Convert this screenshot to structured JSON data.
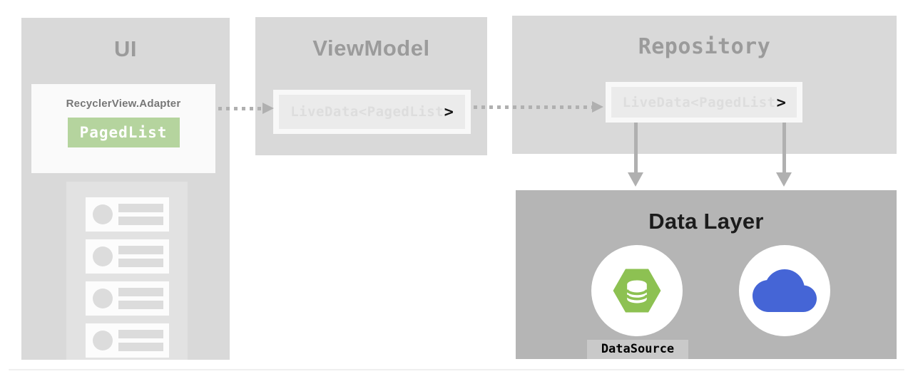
{
  "ui_panel": {
    "title": "UI",
    "adapter_card": {
      "label": "RecyclerView.Adapter",
      "button": "PagedList"
    },
    "list": {
      "item_count": 4
    }
  },
  "viewmodel_panel": {
    "title": "ViewModel",
    "card": {
      "text": "LiveData<PagedList",
      "closing": ">"
    }
  },
  "repository_panel": {
    "title": "Repository",
    "card": {
      "text": "LiveData<PagedList",
      "closing": ">"
    }
  },
  "data_layer_panel": {
    "title": "Data Layer",
    "database": {
      "icon_name": "database-icon",
      "label": "DataSource"
    },
    "network": {
      "icon_name": "cloud-icon"
    }
  },
  "colors": {
    "panel_bg": "#d9d9d9",
    "data_layer_bg": "#b5b5b5",
    "accent_green": "#b5d49e",
    "hex_green": "#8dc152",
    "cloud_blue": "#4565d6",
    "arrow_gray": "#b0b0b0",
    "title_gray": "#9b9b9b"
  }
}
